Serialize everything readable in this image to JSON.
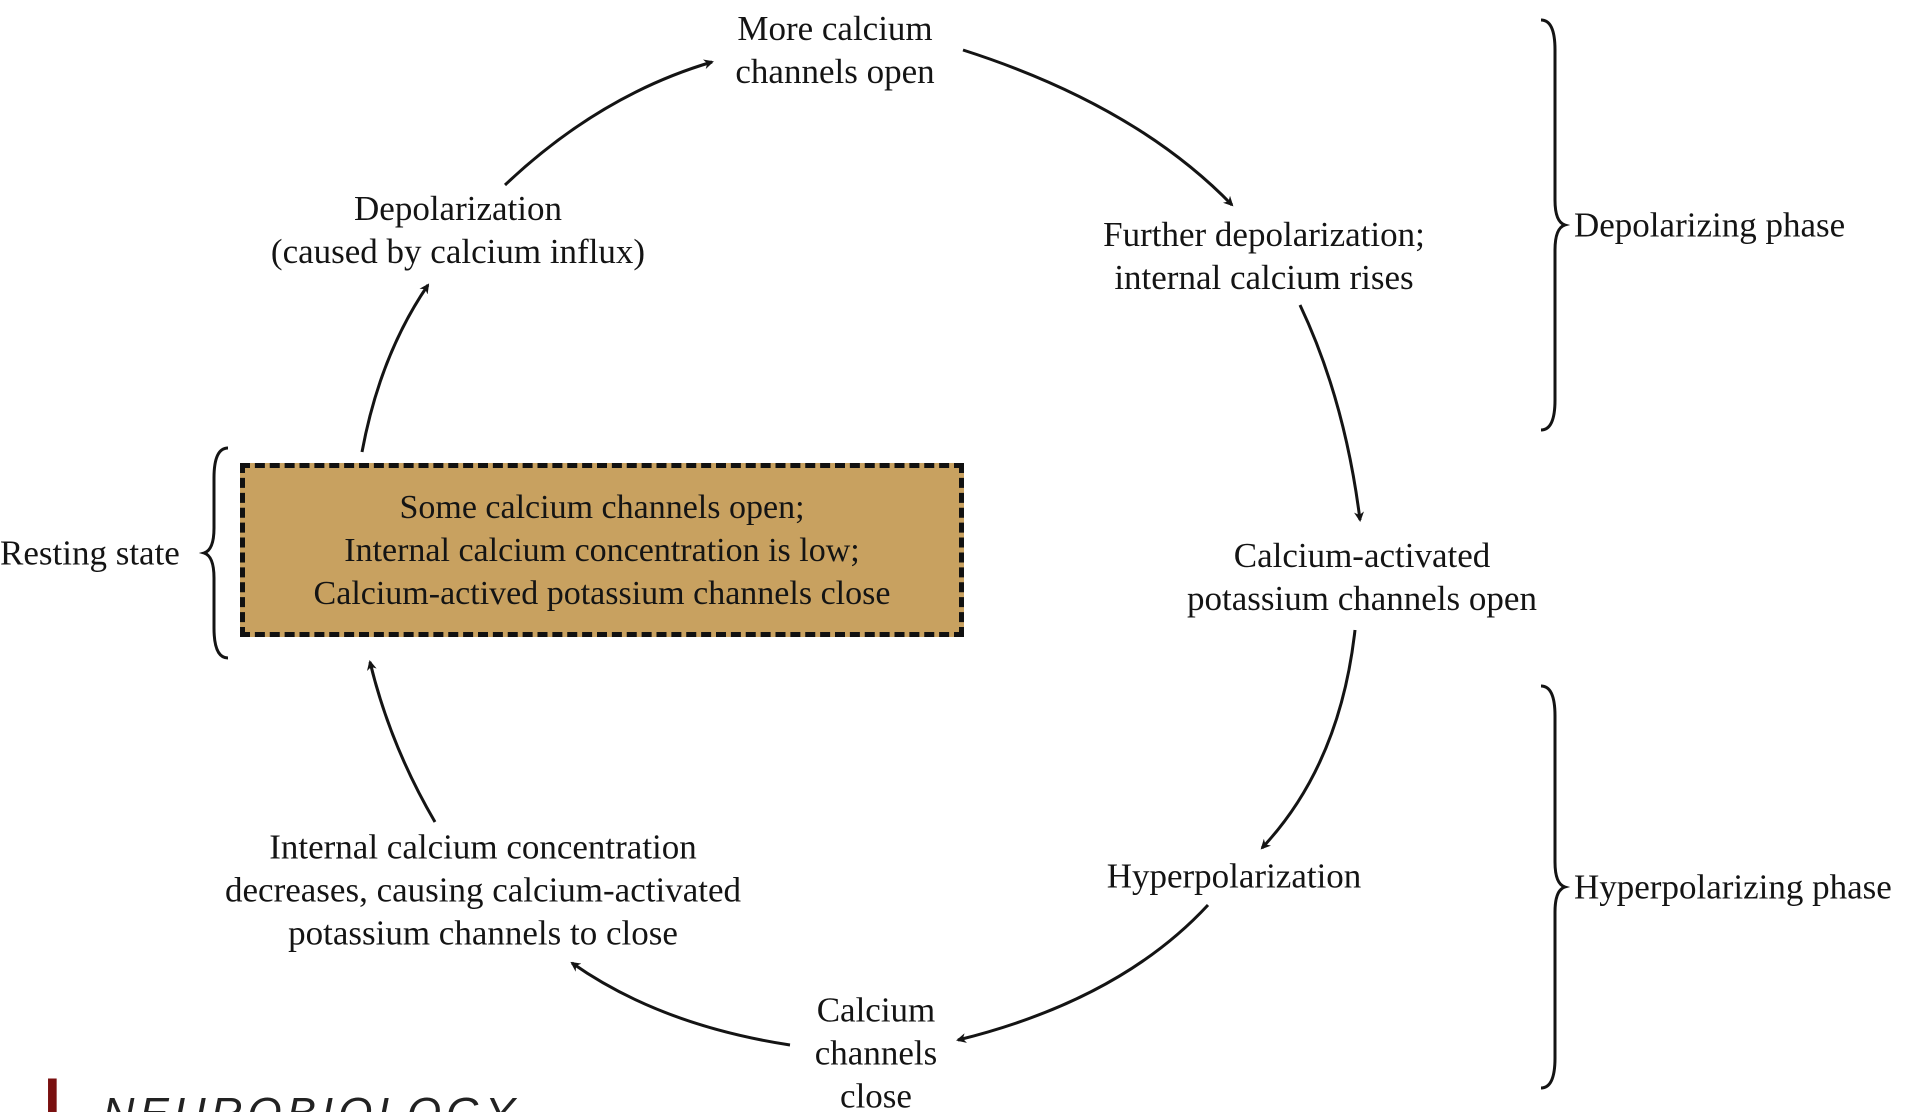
{
  "diagram": {
    "nodes": {
      "more_calcium": [
        "More calcium",
        "channels open"
      ],
      "further_depolarization": [
        "Further depolarization;",
        "internal calcium rises"
      ],
      "calcium_activated_open": [
        "Calcium-activated",
        "potassium channels open"
      ],
      "hyperpolarization": [
        "Hyperpolarization"
      ],
      "calcium_channels_close": [
        "Calcium",
        "channels",
        "close"
      ],
      "internal_decreases": [
        "Internal calcium concentration",
        "decreases, causing calcium-activated",
        "potassium channels to close"
      ],
      "depolarization": [
        "Depolarization",
        "(caused by calcium influx)"
      ]
    },
    "resting_box": [
      "Some calcium channels open;",
      "Internal calcium concentration is low;",
      "Calcium-actived potassium channels close"
    ],
    "phases": {
      "resting": "Resting state",
      "depolarizing": "Depolarizing phase",
      "hyperpolarizing": "Hyperpolarizing phase"
    },
    "colors": {
      "box_fill": "#c8a160",
      "ink": "#141414",
      "brand_mark": "#7a1010"
    }
  },
  "brand": {
    "mark": "I",
    "text": "NEUROBIOLOGY"
  }
}
